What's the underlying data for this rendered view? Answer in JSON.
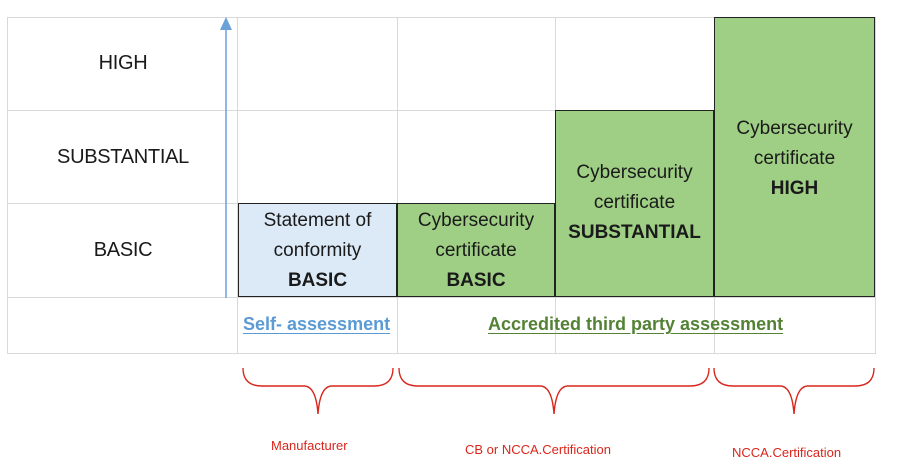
{
  "rows": {
    "high": "HIGH",
    "substantial": "SUBSTANTIAL",
    "basic": "BASIC"
  },
  "boxes": {
    "statement": {
      "line1": "Statement of",
      "line2": "conformity",
      "level": "BASIC"
    },
    "cert_basic": {
      "line1": "Cybersecurity",
      "line2": "certificate",
      "level": "BASIC"
    },
    "cert_substantial": {
      "line1": "Cybersecurity",
      "line2": "certificate",
      "level": "SUBSTANTIAL"
    },
    "cert_high": {
      "line1": "Cybersecurity",
      "line2": "certificate",
      "level": "HIGH"
    }
  },
  "assessment": {
    "self": "Self- assessment",
    "third_party": "Accredited third party assessment"
  },
  "parties": {
    "manufacturer": "Manufacturer",
    "cb_or_ncca": "CB or NCCA.Certification",
    "ncca": "NCCA.Certification"
  },
  "colors": {
    "self_assessment_blue": "#5b9bd5",
    "third_party_green": "#548235",
    "box_green": "#9fcf84",
    "box_blue": "#dce9f6",
    "bracket_red": "#d9261c",
    "arrow_blue": "#6aa2d8"
  }
}
